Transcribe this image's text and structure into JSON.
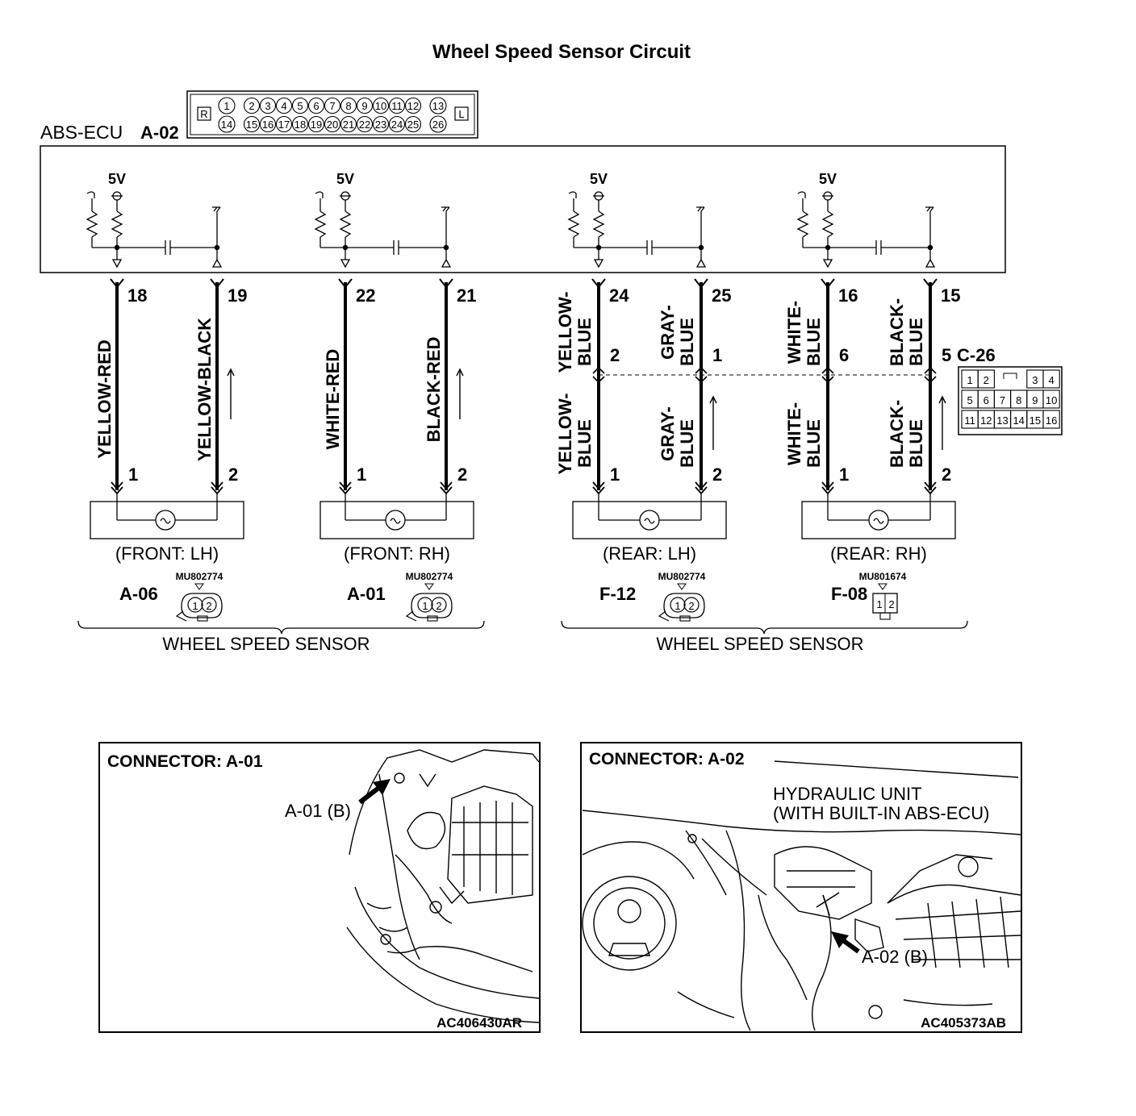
{
  "title": "Wheel Speed Sensor Circuit",
  "ecu": {
    "label": "ABS-ECU",
    "connector": "A-02",
    "pins_top": [
      "1",
      "2",
      "3",
      "4",
      "5",
      "6",
      "7",
      "8",
      "9",
      "10",
      "11",
      "12",
      "13"
    ],
    "pins_bottom": [
      "14",
      "15",
      "16",
      "17",
      "18",
      "19",
      "20",
      "21",
      "22",
      "23",
      "24",
      "25",
      "26"
    ],
    "side_left": "R",
    "side_right": "L",
    "supply": "5V"
  },
  "circuits": [
    {
      "ecu_pins": [
        "18",
        "19"
      ],
      "wire_colors": [
        "YELLOW-RED",
        "YELLOW-BLACK"
      ],
      "sensor_pins": [
        "1",
        "2"
      ],
      "position": "(FRONT: LH)",
      "connector": "A-06",
      "part": "MU802774"
    },
    {
      "ecu_pins": [
        "22",
        "21"
      ],
      "wire_colors": [
        "WHITE-RED",
        "BLACK-RED"
      ],
      "sensor_pins": [
        "1",
        "2"
      ],
      "position": "(FRONT: RH)",
      "connector": "A-01",
      "part": "MU802774"
    },
    {
      "ecu_pins": [
        "24",
        "25"
      ],
      "upper_colors": [
        [
          "YELLOW-",
          "BLUE"
        ],
        [
          "GRAY-",
          "BLUE"
        ]
      ],
      "junction_pins": [
        "2",
        "1"
      ],
      "lower_colors": [
        [
          "YELLOW-",
          "BLUE"
        ],
        [
          "GRAY-",
          "BLUE"
        ]
      ],
      "sensor_pins": [
        "1",
        "2"
      ],
      "position": "(REAR: LH)",
      "connector": "F-12",
      "part": "MU802774"
    },
    {
      "ecu_pins": [
        "16",
        "15"
      ],
      "upper_colors": [
        [
          "WHITE-",
          "BLUE"
        ],
        [
          "BLACK-",
          "BLUE"
        ]
      ],
      "junction_pins": [
        "6",
        "5"
      ],
      "lower_colors": [
        [
          "WHITE-",
          "BLUE"
        ],
        [
          "BLACK-",
          "BLUE"
        ]
      ],
      "sensor_pins": [
        "1",
        "2"
      ],
      "position": "(REAR: RH)",
      "connector": "F-08",
      "part": "MU801674"
    }
  ],
  "junction": {
    "connector": "C-26",
    "rows": [
      [
        "1",
        "2",
        "",
        "",
        "3",
        "4"
      ],
      [
        "5",
        "6",
        "7",
        "8",
        "9",
        "10"
      ],
      [
        "11",
        "12",
        "13",
        "14",
        "15",
        "16"
      ]
    ]
  },
  "group_labels": [
    "WHEEL SPEED SENSOR",
    "WHEEL SPEED SENSOR"
  ],
  "photos": [
    {
      "title": "CONNECTOR: A-01",
      "callout": "A-01 (B)",
      "code": "AC406430AR"
    },
    {
      "title": "CONNECTOR: A-02",
      "callout_1": "HYDRAULIC UNIT",
      "callout_2": "(WITH BUILT-IN ABS-ECU)",
      "callout_3": "A-02 (B)",
      "code": "AC405373AB"
    }
  ]
}
